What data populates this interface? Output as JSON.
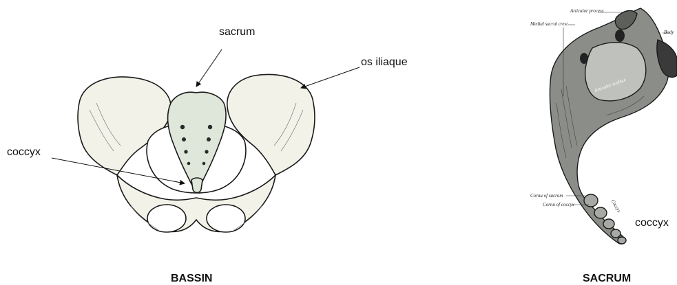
{
  "left_figure": {
    "labels": {
      "sacrum": "sacrum",
      "os_iliaque": "os iliaque",
      "coccyx": "coccyx"
    },
    "caption": "BASSIN"
  },
  "right_figure": {
    "labels": {
      "articular_process": "Articular process",
      "medial_sacral_crest": "Medial sacral crest",
      "body": "Body",
      "articular_surface": "Articular surface",
      "cornu_of_sacrum": "Cornu of sacrum",
      "cornu_of_coccyx": "Cornu of coccyx",
      "coccyx_small": "Coccyx",
      "coccyx": "coccyx"
    },
    "caption": "SACRUM"
  }
}
